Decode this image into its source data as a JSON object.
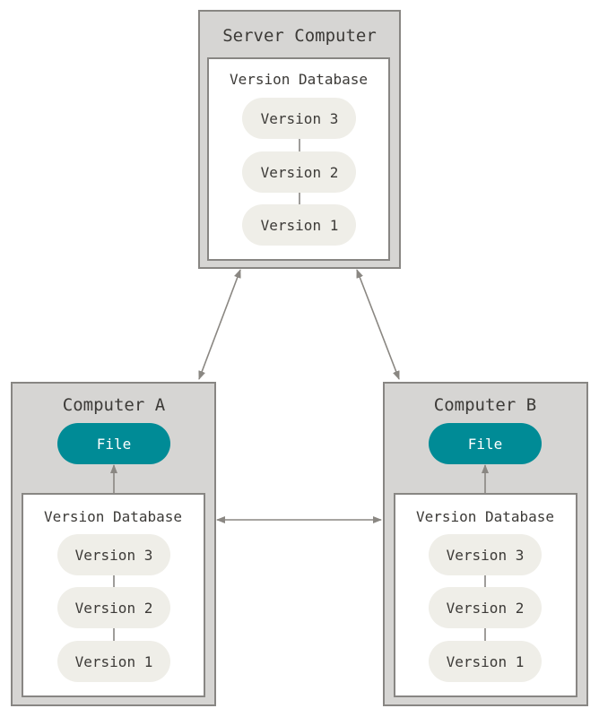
{
  "server": {
    "title": "Server Computer",
    "db_label": "Version Database",
    "versions": [
      "Version 3",
      "Version 2",
      "Version 1"
    ]
  },
  "computer_a": {
    "title": "Computer A",
    "file_label": "File",
    "db_label": "Version Database",
    "versions": [
      "Version 3",
      "Version 2",
      "Version 1"
    ]
  },
  "computer_b": {
    "title": "Computer B",
    "file_label": "File",
    "db_label": "Version Database",
    "versions": [
      "Version 3",
      "Version 2",
      "Version 1"
    ]
  },
  "colors": {
    "box_fill": "#d6d5d3",
    "box_border": "#888683",
    "pill_fill": "#efeee8",
    "file_fill": "#008b96",
    "arrow": "#8a8782",
    "text": "#3c3a37"
  }
}
